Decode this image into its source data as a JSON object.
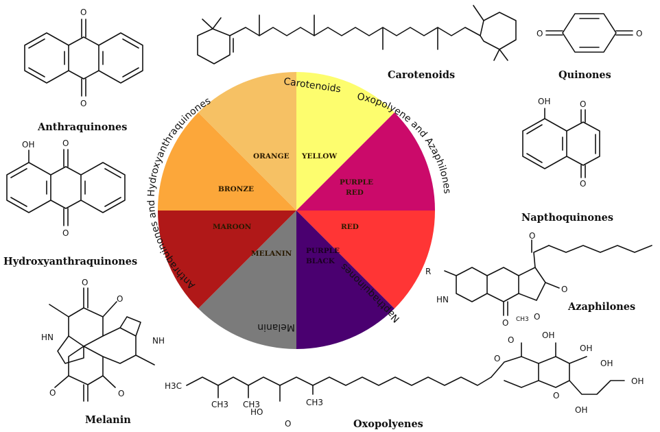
{
  "compounds": {
    "anthraquinones": "Anthraquinones",
    "hydroxyanthraquinones": "Hydroxyanthraquinones",
    "melanin": "Melanin",
    "carotenoids": "Carotenoids",
    "quinones": "Quinones",
    "napthoquinones": "Napthoquinones",
    "azaphilones": "Azaphilones",
    "oxopolyenes": "Oxopolyenes"
  },
  "wheel": {
    "sectors": [
      {
        "id": "yellow",
        "name": "YELLOW",
        "color": "#fdfd6e"
      },
      {
        "id": "purple-red",
        "name": "PURPLE\nRED",
        "color": "#cb0a6a"
      },
      {
        "id": "red",
        "name": "RED",
        "color": "#ff3535"
      },
      {
        "id": "purple-black",
        "name": "PURPLE\nBLACK",
        "color": "#4a0070"
      },
      {
        "id": "melanin",
        "name": "MELANIN",
        "color": "#7b7b7b"
      },
      {
        "id": "maroon",
        "name": "MAROON",
        "color": "#b01818"
      },
      {
        "id": "bronze",
        "name": "BRONZE",
        "color": "#fca73a"
      },
      {
        "id": "orange",
        "name": "ORANGE",
        "color": "#f6c164"
      }
    ],
    "arc_labels": {
      "carotenoids": "Carotenoids",
      "oxopolyene_azaphilones": "Oxopolyene and Azaphilones",
      "napthaquinones": "Napthaquinones",
      "melanin": "Melanin",
      "anthraquinones_hydroxy": "Anthraquinones and Hydroxyanthraquinones"
    }
  },
  "atoms": {
    "O": "O",
    "OH": "OH",
    "HO": "HO",
    "HN": "HN",
    "NH": "NH",
    "R": "R",
    "H3C": "H3C",
    "CH3": "CH3"
  }
}
